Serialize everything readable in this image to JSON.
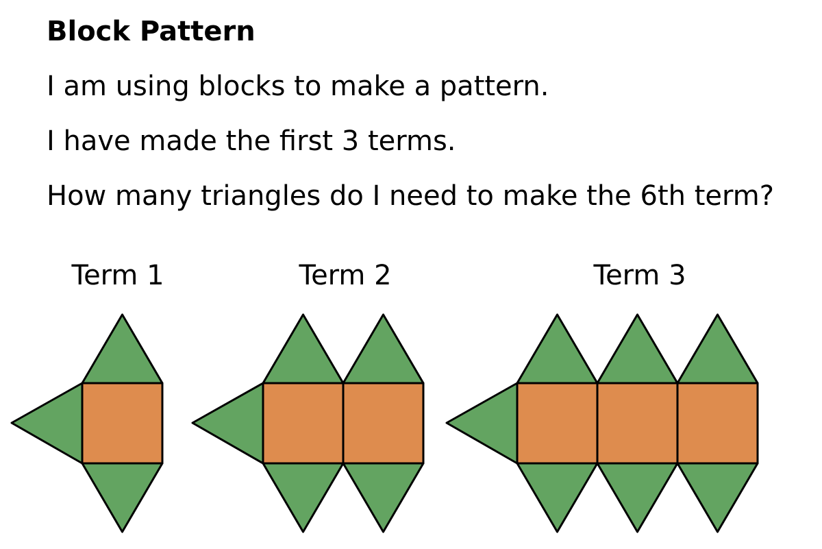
{
  "title": "Block Pattern",
  "lines": [
    "I am using blocks to make a pattern.",
    "I have made the first 3 terms.",
    "How many triangles do I need to make the 6th term?"
  ],
  "terms": [
    {
      "label": "Term 1",
      "squares": 1
    },
    {
      "label": "Term 2",
      "squares": 2
    },
    {
      "label": "Term 3",
      "squares": 3
    }
  ],
  "colors": {
    "triangle": "#63A461",
    "square": "#DE8C4E",
    "outline": "#000000"
  }
}
